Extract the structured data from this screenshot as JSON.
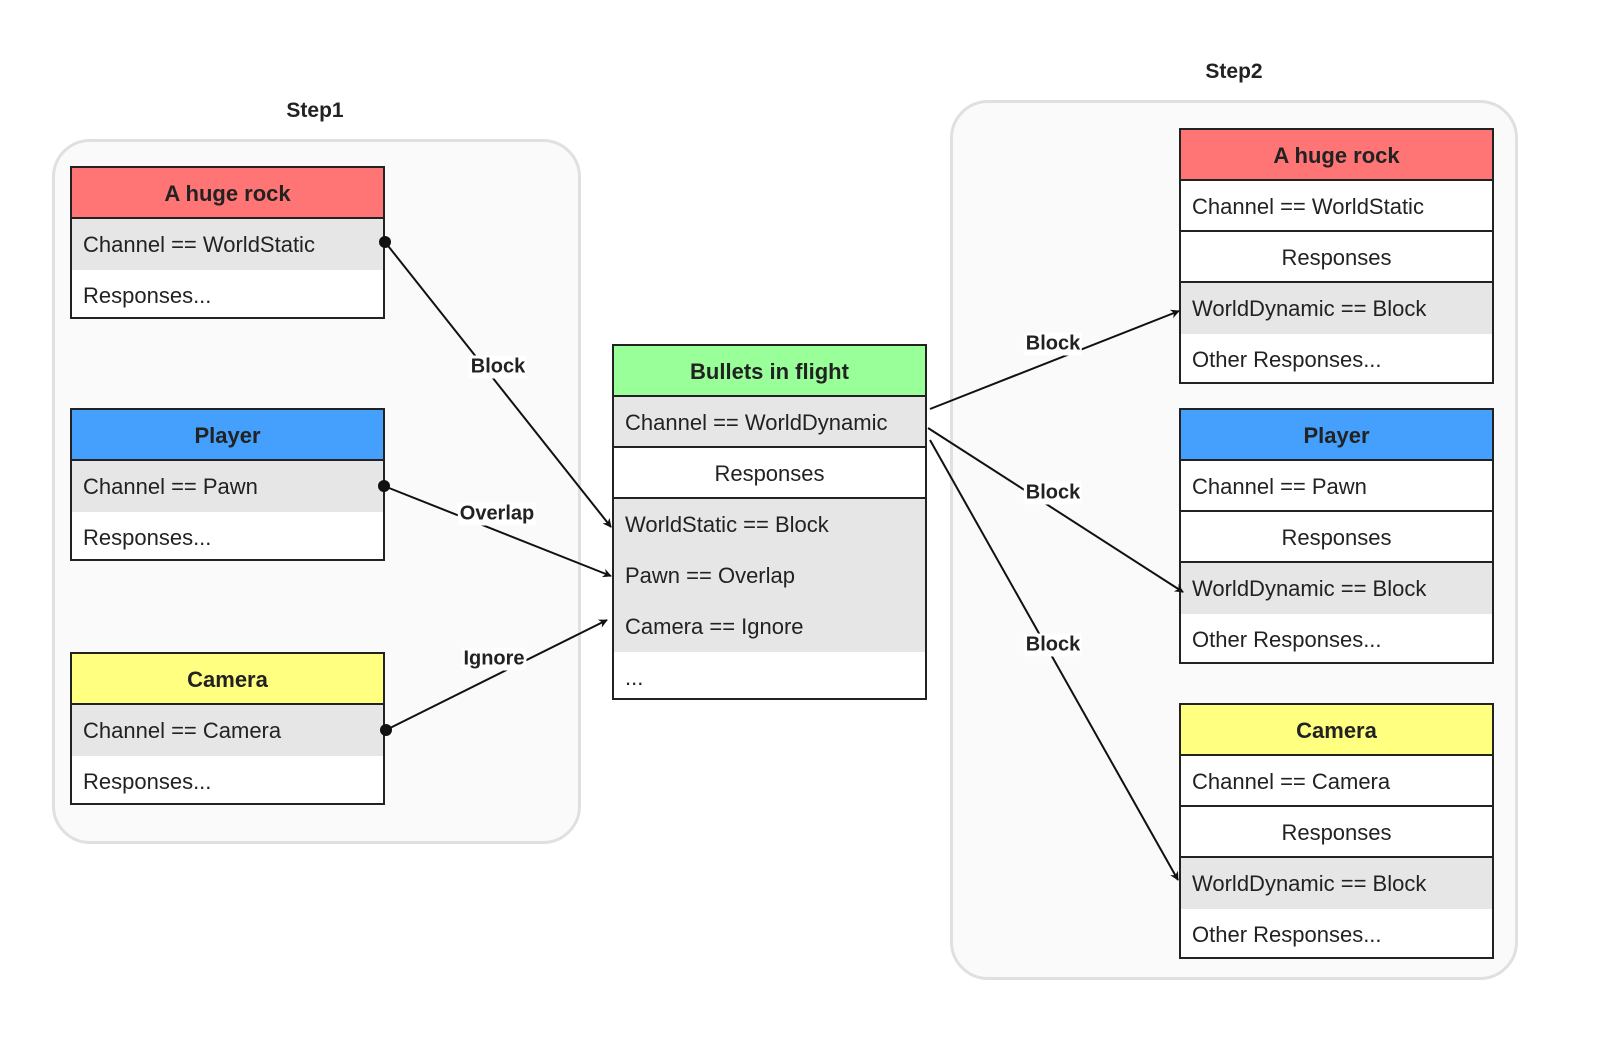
{
  "steps": {
    "step1_title": "Step1",
    "step2_title": "Step2"
  },
  "colors": {
    "rock": "#ff7575",
    "player": "#459ffc",
    "camera": "#ffff80",
    "bullets": "#99ff99",
    "row_shade": "#e6e6e6"
  },
  "step1": {
    "rock": {
      "title": "A huge rock",
      "channel": "Channel  == WorldStatic",
      "responses": "Responses..."
    },
    "player": {
      "title": "Player",
      "channel": "Channel  == Pawn",
      "responses": "Responses..."
    },
    "camera": {
      "title": "Camera",
      "channel": "Channel  == Camera",
      "responses": "Responses..."
    }
  },
  "bullets": {
    "title": "Bullets in flight",
    "channel": "Channel  == WorldDynamic",
    "responses_header": "Responses",
    "r1": "WorldStatic == Block",
    "r2": "Pawn == Overlap",
    "r3": "Camera == Ignore",
    "more": "..."
  },
  "step2": {
    "rock": {
      "title": "A huge rock",
      "channel": "Channel  == WorldStatic",
      "responses_header": "Responses",
      "response": "WorldDynamic == Block",
      "other": "Other Responses..."
    },
    "player": {
      "title": "Player",
      "channel": "Channel  == Pawn",
      "responses_header": "Responses",
      "response": "WorldDynamic == Block",
      "other": "Other Responses..."
    },
    "camera": {
      "title": "Camera",
      "channel": "Channel  == Camera",
      "responses_header": "Responses",
      "response": "WorldDynamic == Block",
      "other": "Other Responses..."
    }
  },
  "edges": {
    "rock_to_bullets": "Block",
    "player_to_bullets": "Overlap",
    "camera_to_bullets": "Ignore",
    "bullets_to_rock": "Block",
    "bullets_to_player": "Block",
    "bullets_to_camera": "Block"
  }
}
